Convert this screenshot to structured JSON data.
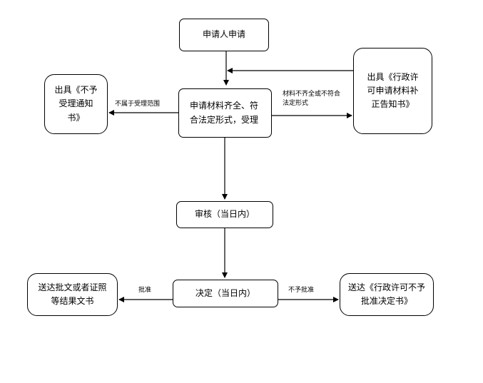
{
  "nodes": {
    "apply": "申请人申请",
    "accept": "申请材料齐全、符合法定形式，受理",
    "not_accept": "出具《不予受理通知书》",
    "supplement": "出具《行政许可申请材料补正告知书》",
    "review": "审核（当日内）",
    "decide": "决定（当日内）",
    "deliver_approval": "送达批文或者证照等结果文书",
    "deliver_refusal": "送达《行政许可不予批准决定书》"
  },
  "edges": {
    "out_of_scope": "不属于受理范围",
    "incomplete": "材料不齐全或不符合法定形式",
    "approve": "批准",
    "refuse": "不予批准"
  }
}
